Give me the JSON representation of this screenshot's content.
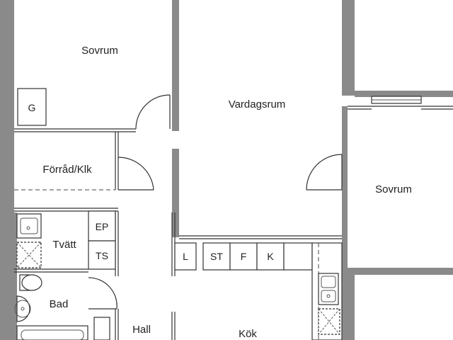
{
  "rooms": {
    "sovrum_1": "Sovrum",
    "vardagsrum": "Vardagsrum",
    "sovrum_2": "Sovrum",
    "forrad": "Förråd/Klk",
    "tvatt": "Tvätt",
    "bad": "Bad",
    "hall": "Hall",
    "kok": "Kök"
  },
  "fixtures": {
    "g": "G",
    "ep": "EP",
    "ts": "TS",
    "l": "L",
    "st": "ST",
    "f": "F",
    "k": "K"
  },
  "colors": {
    "wall": "#8a8a8a",
    "line": "#333333",
    "background": "#ffffff"
  }
}
